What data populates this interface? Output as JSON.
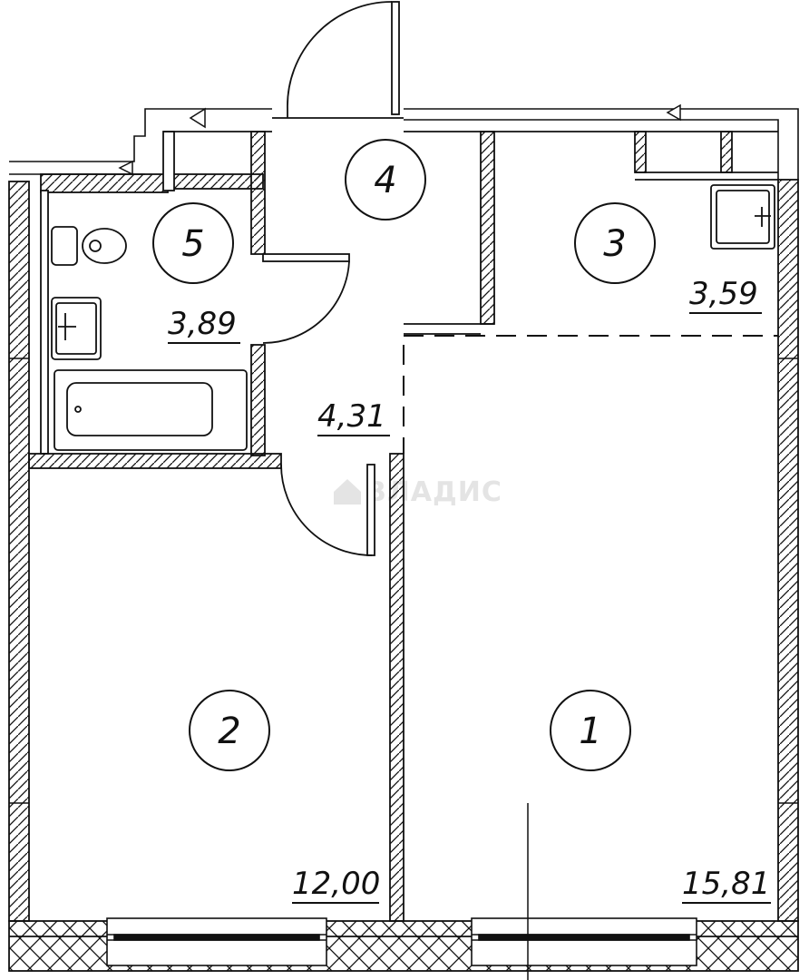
{
  "rooms": [
    {
      "id": "1",
      "area": "15,81"
    },
    {
      "id": "2",
      "area": "12,00"
    },
    {
      "id": "3",
      "area": "3,59"
    },
    {
      "id": "4",
      "area": "4,31"
    },
    {
      "id": "5",
      "area": "3,89"
    }
  ],
  "watermark": "ВЛАДИС",
  "colors": {
    "line": "#111111",
    "background": "#ffffff",
    "watermark": "#e4e4e4"
  },
  "icons": [
    "house-logo-icon",
    "toilet-icon",
    "sink-icon",
    "bathtub-icon",
    "kitchen-sink-icon",
    "door-arc-icon",
    "window-icon",
    "arrow-icon"
  ]
}
